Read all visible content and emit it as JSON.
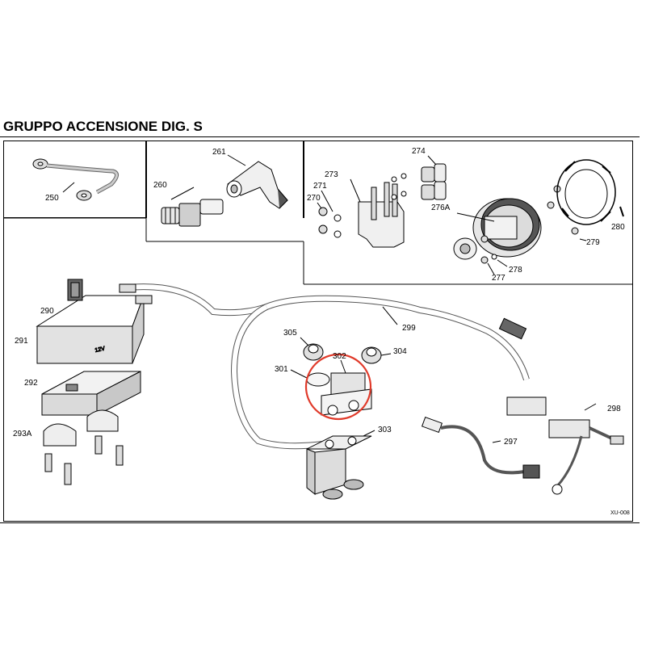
{
  "title": "GRUPPO ACCENSIONE DIG. S",
  "drawing_ref": "XU-008",
  "battery_label": "12V",
  "highlight_color": "#e03a2a",
  "parts": {
    "p250": "250",
    "p260": "260",
    "p261": "261",
    "p270": "270",
    "p271": "271",
    "p273": "273",
    "p274": "274",
    "p276a": "276A",
    "p277": "277",
    "p278": "278",
    "p279": "279",
    "p280": "280",
    "p290": "290",
    "p291": "291",
    "p292": "292",
    "p293a": "293A",
    "p297": "297",
    "p298": "298",
    "p299": "299",
    "p301": "301",
    "p302": "302",
    "p303": "303",
    "p304": "304",
    "p305": "305"
  }
}
